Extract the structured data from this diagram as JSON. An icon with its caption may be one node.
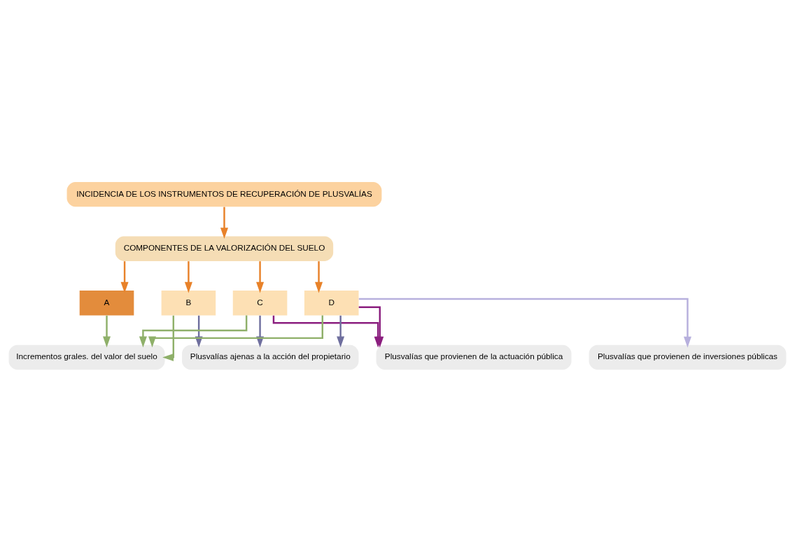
{
  "diagram": {
    "nodes": [
      {
        "text": [
          "INCIDENCIA DE LOS INSTRUMENTOS DE RECUPERACIÓN DE PLUSVALÍAS"
        ]
      },
      {
        "text": [
          "COMPONENTES DE LA VALORIZACIÓN DEL SUELO"
        ]
      },
      {
        "text": [
          "A"
        ]
      },
      {
        "text": [
          "B"
        ]
      },
      {
        "text": [
          "C"
        ]
      },
      {
        "text": [
          "D"
        ]
      },
      {
        "text": [
          "Incrementos grales. del valor del suelo"
        ]
      },
      {
        "text": [
          "Plusvalías ajenas a la acción del propietario"
        ]
      },
      {
        "text": [
          "Plusvalías que provienen de la actuación pública"
        ]
      },
      {
        "text": [
          "Plusvalías que provienen de inversiones públicas"
        ]
      }
    ],
    "edges": [
      {
        "from": 0,
        "to": 1,
        "arrow": "to"
      },
      {
        "from": 1,
        "to": 2,
        "arrow": "to"
      },
      {
        "from": 1,
        "to": 3,
        "arrow": "to"
      },
      {
        "from": 1,
        "to": 4,
        "arrow": "to"
      },
      {
        "from": 1,
        "to": 5,
        "arrow": "to"
      },
      {
        "from": 2,
        "to": 6,
        "arrow": "to",
        "color": "#8fb06a"
      },
      {
        "from": 3,
        "to": 6,
        "arrow": "to",
        "color": "#8fb06a"
      },
      {
        "from": 4,
        "to": 6,
        "arrow": "to",
        "color": "#8fb06a"
      },
      {
        "from": 5,
        "to": 6,
        "arrow": "to",
        "color": "#8fb06a"
      },
      {
        "from": 3,
        "to": 7,
        "arrow": "to",
        "color": "#6f6f9e"
      },
      {
        "from": 4,
        "to": 7,
        "arrow": "to",
        "color": "#6f6f9e"
      },
      {
        "from": 5,
        "to": 7,
        "arrow": "to",
        "color": "#6f6f9e"
      },
      {
        "from": 4,
        "to": 8,
        "arrow": "to",
        "color": "#8b1f7f"
      },
      {
        "from": 5,
        "to": 8,
        "arrow": "to",
        "color": "#8b1f7f"
      },
      {
        "from": 5,
        "to": 9,
        "arrow": "to",
        "color": "#b7b0dd"
      }
    ]
  }
}
